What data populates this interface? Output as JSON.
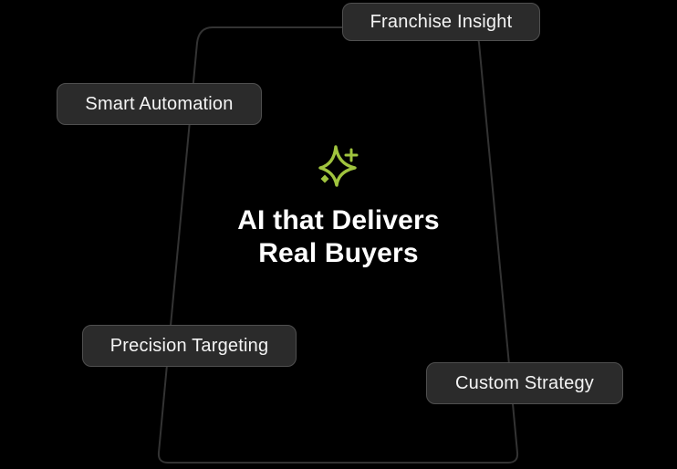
{
  "theme": {
    "background": "#000000",
    "outline_stroke": "#333333",
    "badge_background": "#2b2b2b",
    "badge_border": "#4f4f4f",
    "badge_text_color": "#f4f4f4",
    "accent_green": "#a0c43e",
    "title_color": "#ffffff"
  },
  "center": {
    "icon": "sparkle-plus-icon",
    "title_line1": "AI that Delivers",
    "title_line2": "Real Buyers"
  },
  "badges": [
    {
      "label": "Franchise Insight"
    },
    {
      "label": "Smart Automation"
    },
    {
      "label": "Precision Targeting"
    },
    {
      "label": "Custom Strategy"
    }
  ]
}
